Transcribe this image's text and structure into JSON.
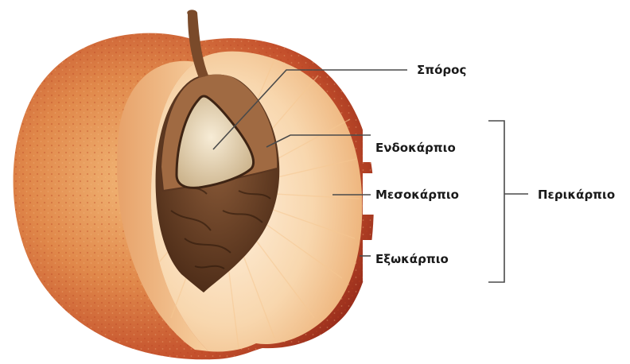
{
  "labels": {
    "seed": "Σπόρος",
    "endocarp": "Ενδοκάρπιο",
    "mesocarp": "Μεσοκάρπιο",
    "exocarp": "Εξωκάρπιο",
    "pericarp": "Περικάρπιο"
  },
  "colors": {
    "skin_dark": "#a8321e",
    "skin_light": "#e89a5a",
    "flesh_light": "#fbe6cc",
    "flesh_mid": "#efb77f",
    "pit_brown": "#6b4228",
    "pit_dark": "#3e2414",
    "seed": "#ecdcc0",
    "stem": "#7a4a2a",
    "leader_line": "#4a4a4a"
  }
}
